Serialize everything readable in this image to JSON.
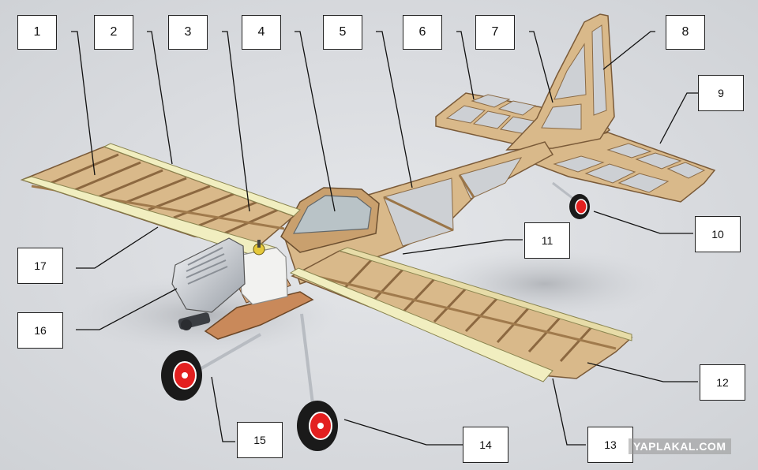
{
  "callouts": [
    "1",
    "2",
    "3",
    "4",
    "5",
    "6",
    "7",
    "8",
    "9",
    "10",
    "11",
    "12",
    "13",
    "14",
    "15",
    "16",
    "17"
  ],
  "watermark": "YAPLAKAL.COM",
  "colors": {
    "background": "#d9dbdf",
    "wood": "#d9b98a",
    "wood_dark": "#b48a5a",
    "leading_edge": "#f1eec0",
    "tire": "#1a1a1a",
    "hub": "#e32020",
    "engine": "#d2d6dc"
  }
}
